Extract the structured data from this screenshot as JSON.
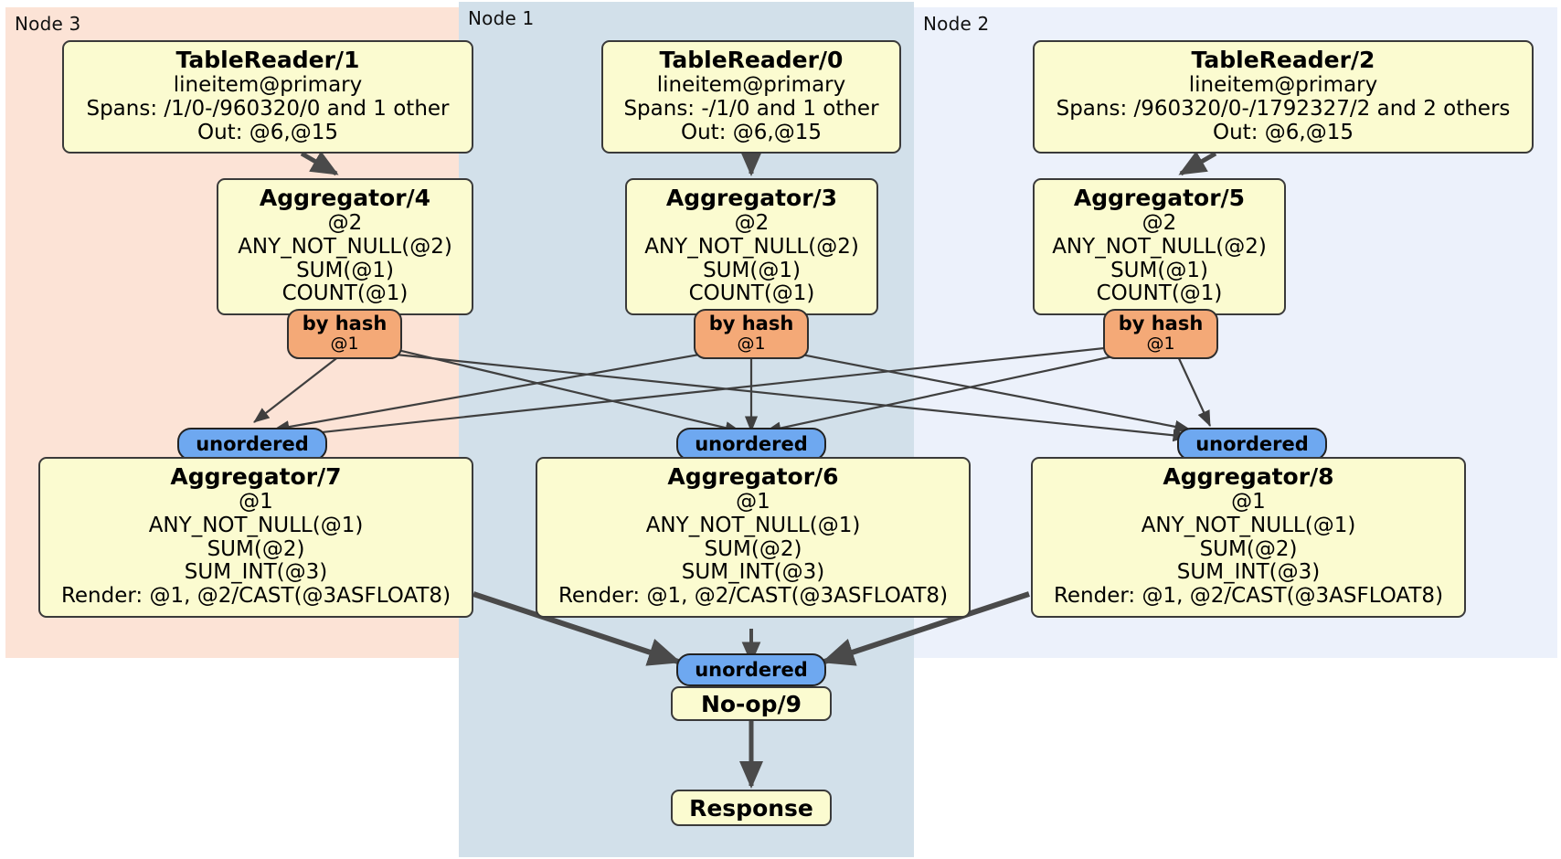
{
  "diagram": {
    "title": "Distributed query plan",
    "colors": {
      "node3_bg": "#fce3d6",
      "node1_bg": "#d2e0ea",
      "node2_bg": "#ecf1fb",
      "processor_bg": "#fbfbd0",
      "hash_badge_bg": "#f4a977",
      "unordered_badge_bg": "#6ea8f0",
      "border": "#3a3a3a"
    }
  },
  "nodes": [
    {
      "id": "node3",
      "label": "Node 3"
    },
    {
      "id": "node1",
      "label": "Node 1"
    },
    {
      "id": "node2",
      "label": "Node 2"
    }
  ],
  "processors": {
    "table_reader_1": {
      "title": "TableReader/1",
      "line1": "lineitem@primary",
      "line2": "Spans: /1/0-/960320/0 and 1 other",
      "line3": "Out: @6,@15"
    },
    "table_reader_0": {
      "title": "TableReader/0",
      "line1": "lineitem@primary",
      "line2": "Spans: -/1/0 and 1 other",
      "line3": "Out: @6,@15"
    },
    "table_reader_2": {
      "title": "TableReader/2",
      "line1": "lineitem@primary",
      "line2": "Spans: /960320/0-/1792327/2 and 2 others",
      "line3": "Out: @6,@15"
    },
    "aggregator_4": {
      "title": "Aggregator/4",
      "line1": "@2",
      "line2": "ANY_NOT_NULL(@2)",
      "line3": "SUM(@1)",
      "line4": "COUNT(@1)"
    },
    "aggregator_3": {
      "title": "Aggregator/3",
      "line1": "@2",
      "line2": "ANY_NOT_NULL(@2)",
      "line3": "SUM(@1)",
      "line4": "COUNT(@1)"
    },
    "aggregator_5": {
      "title": "Aggregator/5",
      "line1": "@2",
      "line2": "ANY_NOT_NULL(@2)",
      "line3": "SUM(@1)",
      "line4": "COUNT(@1)"
    },
    "aggregator_7": {
      "title": "Aggregator/7",
      "line1": "@1",
      "line2": "ANY_NOT_NULL(@1)",
      "line3": "SUM(@2)",
      "line4": "SUM_INT(@3)",
      "line5": "Render: @1, @2/CAST(@3ASFLOAT8)"
    },
    "aggregator_6": {
      "title": "Aggregator/6",
      "line1": "@1",
      "line2": "ANY_NOT_NULL(@1)",
      "line3": "SUM(@2)",
      "line4": "SUM_INT(@3)",
      "line5": "Render: @1, @2/CAST(@3ASFLOAT8)"
    },
    "aggregator_8": {
      "title": "Aggregator/8",
      "line1": "@1",
      "line2": "ANY_NOT_NULL(@1)",
      "line3": "SUM(@2)",
      "line4": "SUM_INT(@3)",
      "line5": "Render: @1, @2/CAST(@3ASFLOAT8)"
    },
    "noop_9": {
      "title": "No-op/9"
    },
    "response": {
      "title": "Response"
    }
  },
  "badges": {
    "hash_left": {
      "label": "by hash",
      "column": "@1"
    },
    "hash_mid": {
      "label": "by hash",
      "column": "@1"
    },
    "hash_right": {
      "label": "by hash",
      "column": "@1"
    },
    "unordered_left": {
      "label": "unordered"
    },
    "unordered_mid": {
      "label": "unordered"
    },
    "unordered_right": {
      "label": "unordered"
    },
    "unordered_final": {
      "label": "unordered"
    }
  }
}
